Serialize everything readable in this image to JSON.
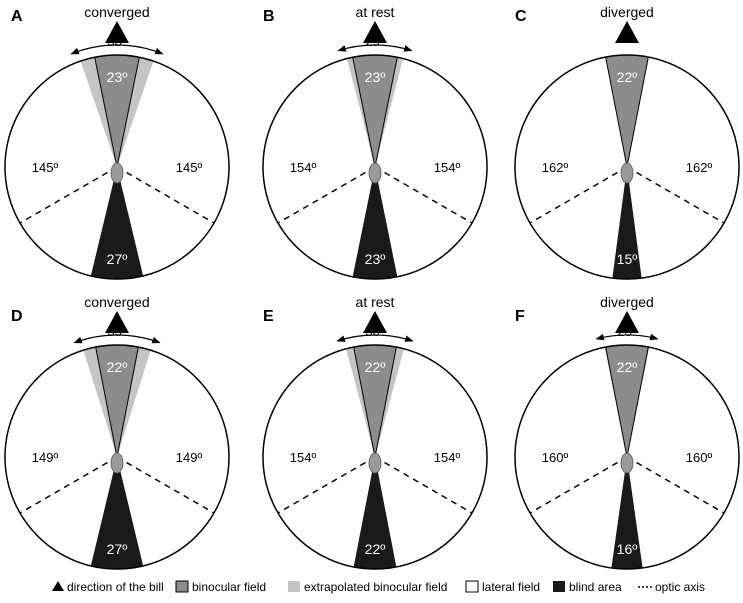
{
  "colors": {
    "binocular": "#8c8c8c",
    "extrapolated": "#c4c4c4",
    "blind": "#1a1a1a",
    "lateral": "#ffffff",
    "stroke": "#000000"
  },
  "panels": [
    {
      "letter": "A",
      "state": "converged",
      "arc_label": "38º",
      "extrapolated_deg": 38,
      "binocular_label": "23º",
      "binocular_deg": 23,
      "lateral_label": "145º",
      "blind_label": "27º",
      "blind_deg": 27
    },
    {
      "letter": "B",
      "state": "at rest",
      "arc_label": "29º",
      "extrapolated_deg": 29,
      "binocular_label": "23º",
      "binocular_deg": 23,
      "lateral_label": "154º",
      "blind_label": "23º",
      "blind_deg": 23
    },
    {
      "letter": "C",
      "state": "diverged",
      "arc_label": "",
      "extrapolated_deg": 0,
      "binocular_label": "22º",
      "binocular_deg": 22,
      "lateral_label": "162º",
      "blind_label": "15º",
      "blind_deg": 15
    },
    {
      "letter": "D",
      "state": "converged",
      "arc_label": "35º",
      "extrapolated_deg": 35,
      "binocular_label": "22º",
      "binocular_deg": 22,
      "lateral_label": "149º",
      "blind_label": "27º",
      "blind_deg": 27
    },
    {
      "letter": "E",
      "state": "at rest",
      "arc_label": "30º",
      "extrapolated_deg": 30,
      "binocular_label": "22º",
      "binocular_deg": 22,
      "lateral_label": "154º",
      "blind_label": "22º",
      "blind_deg": 22
    },
    {
      "letter": "F",
      "state": "diverged",
      "arc_label": "23º",
      "extrapolated_deg": 23,
      "binocular_label": "22º",
      "binocular_deg": 22,
      "lateral_label": "160º",
      "blind_label": "16º",
      "blind_deg": 16
    }
  ],
  "legend": [
    {
      "icon": "triangle-icon",
      "label": "direction of the bill"
    },
    {
      "icon": "binocular-swatch",
      "label": "binocular field"
    },
    {
      "icon": "extrapolated-swatch",
      "label": "extrapolated binocular field"
    },
    {
      "icon": "lateral-swatch",
      "label": "lateral field"
    },
    {
      "icon": "blind-swatch",
      "label": "blind area"
    },
    {
      "icon": "dotted-line-icon",
      "label": "optic axis"
    }
  ]
}
